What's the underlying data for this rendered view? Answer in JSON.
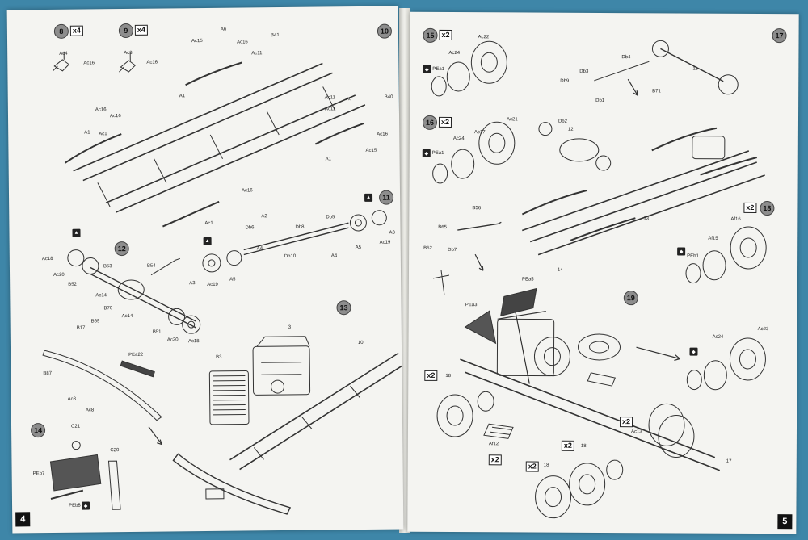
{
  "pages": {
    "left": {
      "number": "4",
      "steps": [
        {
          "key": "s8",
          "number": "8",
          "qty": "x4"
        },
        {
          "key": "s9",
          "number": "9",
          "qty": "x4"
        },
        {
          "key": "s10",
          "number": "10"
        },
        {
          "key": "s11",
          "number": "11"
        },
        {
          "key": "s12",
          "number": "12"
        },
        {
          "key": "s13",
          "number": "13"
        },
        {
          "key": "s14",
          "number": "14"
        }
      ],
      "labels": [
        "Ac4",
        "Ac16",
        "Ac3",
        "Ac16",
        "Ac15",
        "A6",
        "Ac16",
        "B41",
        "Ac11",
        "A1",
        "Ac16",
        "Ac11",
        "A6",
        "Ac11",
        "B40",
        "A1",
        "Ac16",
        "Ac15",
        "A1",
        "Ac16",
        "Ac1",
        "Ac1",
        "Ac16",
        "A2",
        "Db6",
        "Db8",
        "Db5",
        "A3",
        "Ac18",
        "Ac20",
        "B52",
        "B53",
        "B54",
        "A5",
        "Ac19",
        "A3",
        "A4",
        "Db10",
        "A4",
        "A5",
        "Ac19",
        "Ac14",
        "B70",
        "B69",
        "Ac14",
        "B17",
        "B51",
        "Ac20",
        "Ac18",
        "PEa22",
        "B87",
        "Ac8",
        "Ac8",
        "B3",
        "10",
        "C21",
        "C20",
        "PEb7",
        "PEb8",
        "3"
      ]
    },
    "right": {
      "number": "5",
      "steps": [
        {
          "key": "s15",
          "number": "15",
          "qty": "x2"
        },
        {
          "key": "s16",
          "number": "16",
          "qty": "x2"
        },
        {
          "key": "s17",
          "number": "17"
        },
        {
          "key": "s18",
          "number": "18",
          "qty": "x2"
        },
        {
          "key": "s19",
          "number": "19"
        }
      ],
      "labels": [
        "Ac22",
        "Ac24",
        "PEa1",
        "Ac21",
        "Ac24",
        "Ac17",
        "PEa1",
        "Db4",
        "Db3",
        "Db9",
        "Db1",
        "B71",
        "Db2",
        "B65",
        "B56",
        "B62",
        "Db7",
        "PEa5",
        "PEa3",
        "Af16",
        "Af15",
        "PEb1",
        "Ac24",
        "Ac23",
        "Af12",
        "Ac13",
        "14",
        "13",
        "12",
        "11",
        "18",
        "18",
        "18",
        "17",
        "x2",
        "x2",
        "x2",
        "x2",
        "x2"
      ]
    }
  }
}
